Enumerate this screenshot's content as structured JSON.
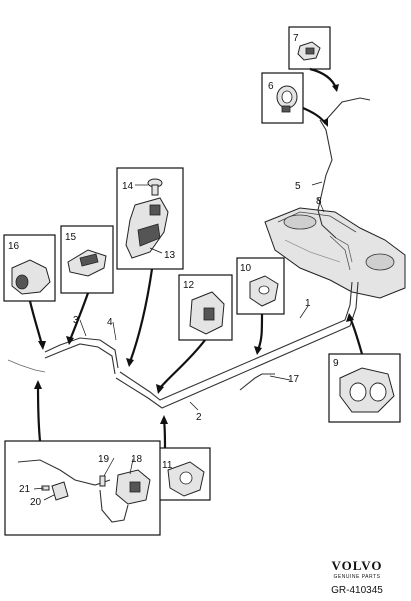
{
  "callouts": {
    "c1": "1",
    "c2": "2",
    "c3": "3",
    "c4": "4",
    "c5": "5",
    "c6": "6",
    "c7": "7",
    "c8": "8",
    "c9": "9",
    "c10": "10",
    "c11": "11",
    "c12": "12",
    "c13": "13",
    "c14": "14",
    "c15": "15",
    "c16": "16",
    "c17": "17",
    "c18": "18",
    "c19": "19",
    "c20": "20",
    "c21": "21"
  },
  "logo": {
    "brand": "VOLVO",
    "tagline": "GENUINE PARTS"
  },
  "drawing_code": "GR-410345"
}
